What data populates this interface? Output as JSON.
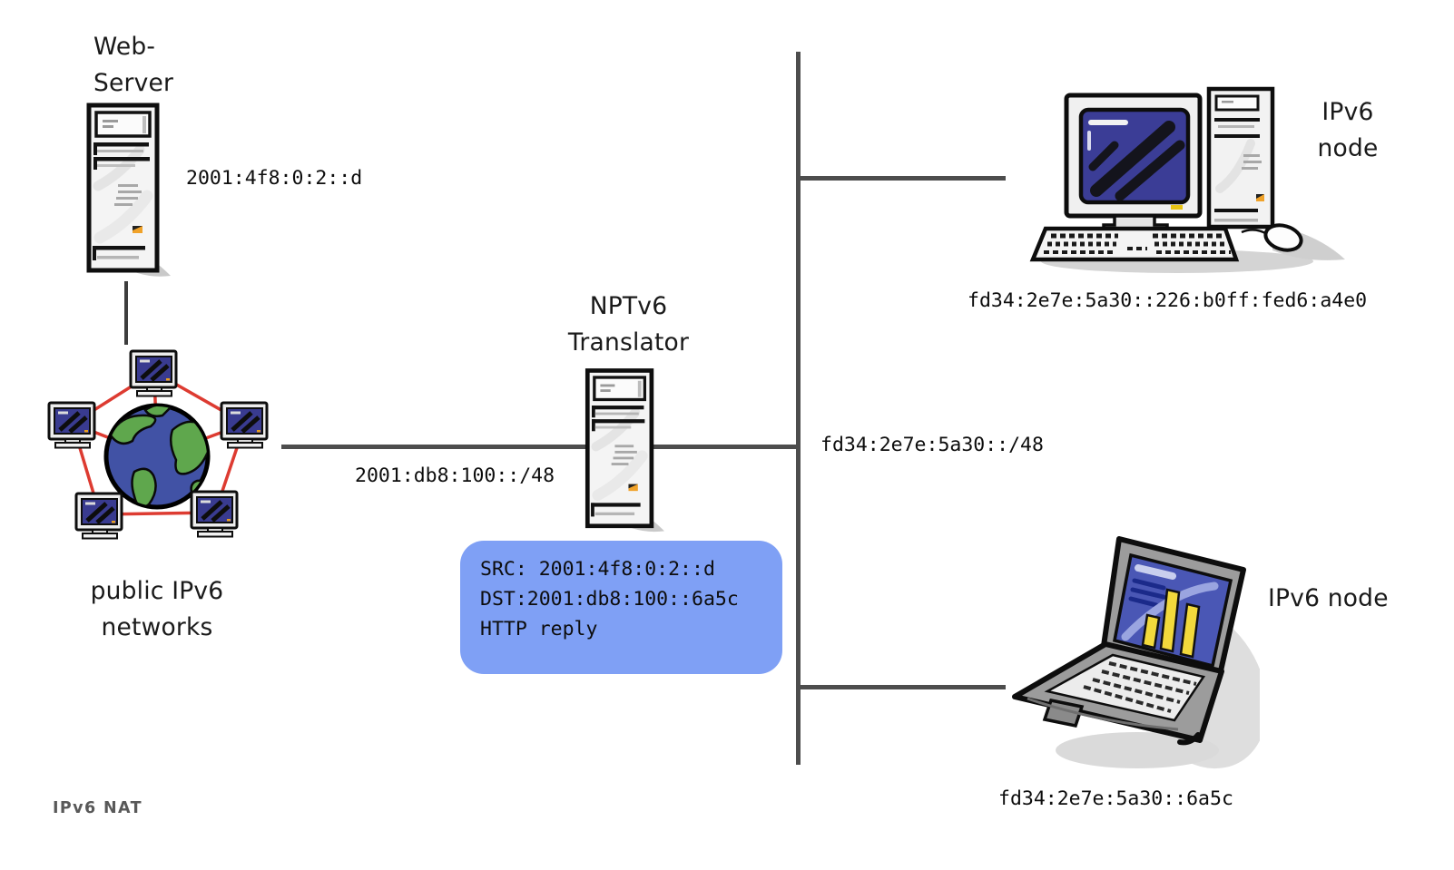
{
  "colors": {
    "wire": "#4d4d4d",
    "lan_red": "#DD3B31",
    "packet_bg": "#7FA0F5",
    "globe_sea": "#4152A5",
    "globe_land": "#5FA74D",
    "screen_blue": "#3B3D96"
  },
  "web_server": {
    "label1": "Web-",
    "label2": "Server",
    "address": "2001:4f8:0:2::d"
  },
  "public_networks": {
    "label1": "public IPv6",
    "label2": "networks"
  },
  "translator": {
    "label1": "NPTv6",
    "label2": "Translator"
  },
  "external_prefix": "2001:db8:100::/48",
  "internal_prefix": "fd34:2e7e:5a30::/48",
  "desktop_node": {
    "label1": "IPv6",
    "label2": "node",
    "address": "fd34:2e7e:5a30::226:b0ff:fed6:a4e0"
  },
  "laptop_node": {
    "label": "IPv6 node",
    "address": "fd34:2e7e:5a30::6a5c"
  },
  "packet": {
    "src": "SRC: 2001:4f8:0:2::d",
    "dst": "DST:2001:db8:100::6a5c",
    "payload": "HTTP reply"
  },
  "caption": "IPv6 NAT"
}
